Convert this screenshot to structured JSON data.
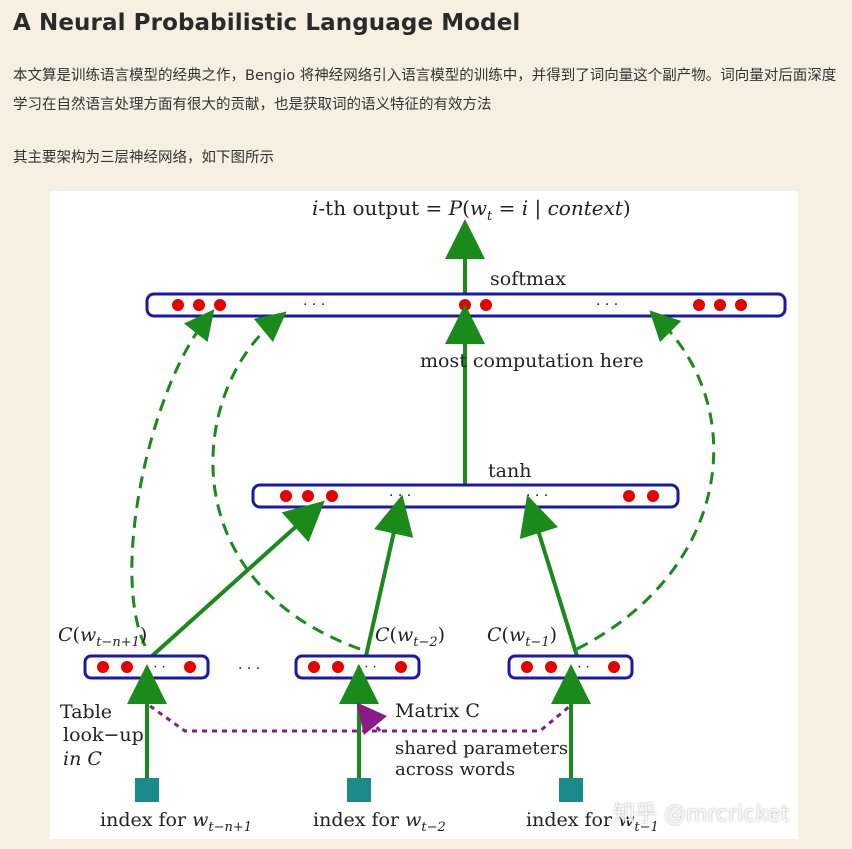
{
  "article": {
    "title": "A Neural Probabilistic Language Model",
    "intro": "本文算是训练语言模型的经典之作，Bengio 将神经网络引入语言模型的训练中，并得到了词向量这个副产物。词向量对后面深度学习在自然语言处理方面有很大的贡献，也是获取词的语义特征的有效方法",
    "architecture_note": "其主要架构为三层神经网络，如下图所示"
  },
  "figure": {
    "output_label": "i-th output = P(w_t = i | context)",
    "softmax_label": "softmax",
    "computation_label": "most  computation here",
    "tanh_label": "tanh",
    "ellipsis": "· · ·",
    "word_vectors": [
      {
        "label": "C(w_{t−n+1})",
        "index": "index for w_{t−n+1}"
      },
      {
        "label": "C(w_{t−2})",
        "index": "index for w_{t−2}"
      },
      {
        "label": "C(w_{t−1})",
        "index": "index for w_{t−1}"
      }
    ],
    "table_lookup": [
      "Table",
      "look−up",
      "in C"
    ],
    "matrix_label": "Matrix C",
    "shared_params": [
      "shared parameters",
      "across words"
    ],
    "colors": {
      "layer_border": "#1a1aa8",
      "node": "#e60000",
      "arrow": "#1a8a1a",
      "dashed": "#1a8a1a",
      "matrix_link": "#8a1a8a",
      "index_box": "#1a8a8a"
    }
  },
  "watermark": "知乎 @mrcricket"
}
